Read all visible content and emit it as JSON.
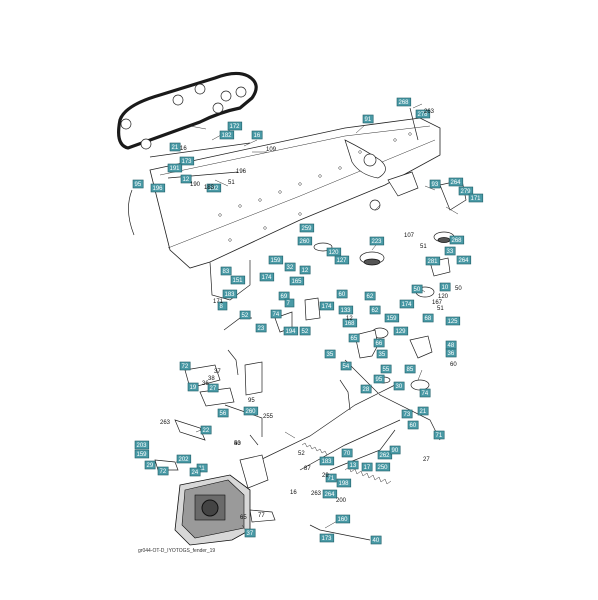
{
  "diagram": {
    "footer_code": "gr044-OT-D_IYOTOGS_fender_19",
    "callouts_boxed": [
      "268",
      "278",
      "91",
      "172",
      "182",
      "16",
      "21",
      "173",
      "191",
      "12",
      "192",
      "95",
      "196",
      "93",
      "264",
      "279",
      "171",
      "268",
      "259",
      "260",
      "223",
      "120",
      "33",
      "264",
      "281",
      "10",
      "50",
      "159",
      "32",
      "83",
      "151",
      "183",
      "174",
      "12",
      "165",
      "127",
      "69",
      "7",
      "8",
      "52",
      "74",
      "23",
      "194",
      "52",
      "174",
      "60",
      "133",
      "168",
      "62",
      "62",
      "159",
      "65",
      "66",
      "129",
      "174",
      "68",
      "125",
      "48",
      "36",
      "35",
      "54",
      "35",
      "55",
      "28",
      "30",
      "85",
      "74",
      "21",
      "73",
      "71",
      "72",
      "19",
      "27",
      "56",
      "260",
      "22",
      "203",
      "159",
      "29",
      "72",
      "202",
      "11",
      "24",
      "183",
      "70",
      "13",
      "17",
      "250",
      "262",
      "90",
      "71",
      "198",
      "264",
      "160",
      "173",
      "37",
      "40",
      "60",
      "95"
    ],
    "callouts_plain": [
      "263",
      "109",
      "16",
      "196",
      "51",
      "190",
      "183",
      "120",
      "107",
      "171",
      "51",
      "50",
      "167",
      "60",
      "51",
      "37",
      "38",
      "36",
      "95",
      "263",
      "53",
      "87",
      "200",
      "65",
      "263",
      "77",
      "16",
      "29",
      "52",
      "40",
      "255",
      "12",
      "27"
    ]
  }
}
